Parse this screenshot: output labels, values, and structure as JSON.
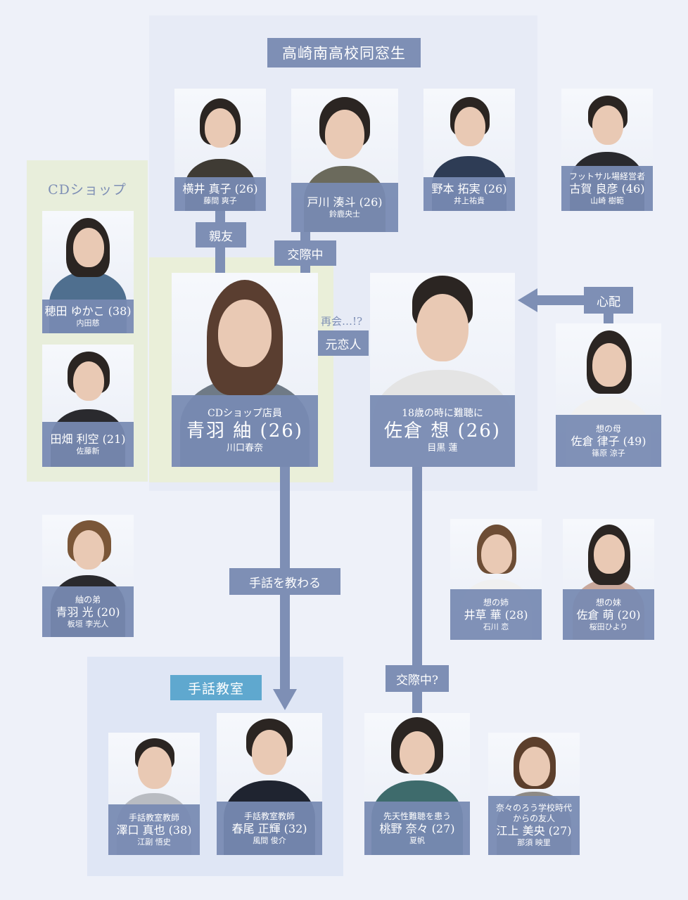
{
  "groups": {
    "alumni": "高崎南高校同窓生",
    "cdshop": "CDショップ",
    "sign_class": "手話教室"
  },
  "people": {
    "mako": {
      "role": "",
      "name": "横井 真子 (26)",
      "actor": "藤間 爽子"
    },
    "minato": {
      "role": "",
      "name": "戸川 湊斗 (26)",
      "actor": "鈴鹿央士"
    },
    "takumi": {
      "role": "",
      "name": "野本 拓実 (26)",
      "actor": "井上祐貴"
    },
    "yoshihiko": {
      "role": "フットサル場経営者",
      "name": "古賀 良彦 (46)",
      "actor": "山崎 樹範"
    },
    "yukako": {
      "role": "",
      "name": "穂田 ゆかこ (38)",
      "actor": "内田慈"
    },
    "riku": {
      "role": "",
      "name": "田畑 利空 (21)",
      "actor": "佐藤新"
    },
    "tsumugi": {
      "role": "CDショップ店員",
      "name": "青羽 紬 (26)",
      "actor": "川口春奈"
    },
    "sou": {
      "role": "18歳の時に難聴に",
      "name": "佐倉 想 (26)",
      "actor": "目黒 蓮"
    },
    "ritsuko": {
      "role": "想の母",
      "name": "佐倉 律子 (49)",
      "actor": "篠原 涼子"
    },
    "hikaru": {
      "role": "紬の弟",
      "name": "青羽 光 (20)",
      "actor": "板垣 李光人"
    },
    "hana": {
      "role": "想の姉",
      "name": "井草 華 (28)",
      "actor": "石川 恋"
    },
    "moe": {
      "role": "想の妹",
      "name": "佐倉 萌 (20)",
      "actor": "桜田ひより"
    },
    "shinya": {
      "role": "手話教室教師",
      "name": "澤口 真也 (38)",
      "actor": "江副 悟史"
    },
    "masaki": {
      "role": "手話教室教師",
      "name": "春尾 正輝 (32)",
      "actor": "風間 俊介"
    },
    "nana": {
      "role": "先天性難聴を患う",
      "name": "桃野 奈々 (27)",
      "actor": "夏帆"
    },
    "mio": {
      "role": "奈々のろう学校時代からの友人",
      "name": "江上 美央 (27)",
      "actor": "那須 映里"
    }
  },
  "relations": {
    "best_friend": "親友",
    "dating": "交際中",
    "reunion": "再会…!?",
    "ex": "元恋人",
    "worry": "心配",
    "learn_sign": "手話を教わる",
    "dating_q": "交際中?"
  },
  "colors": {
    "accent": "#7e8fb5",
    "class_label": "#5fa8cf",
    "background": "#eef1f9",
    "cdshop_bg": "#e8eedb"
  }
}
